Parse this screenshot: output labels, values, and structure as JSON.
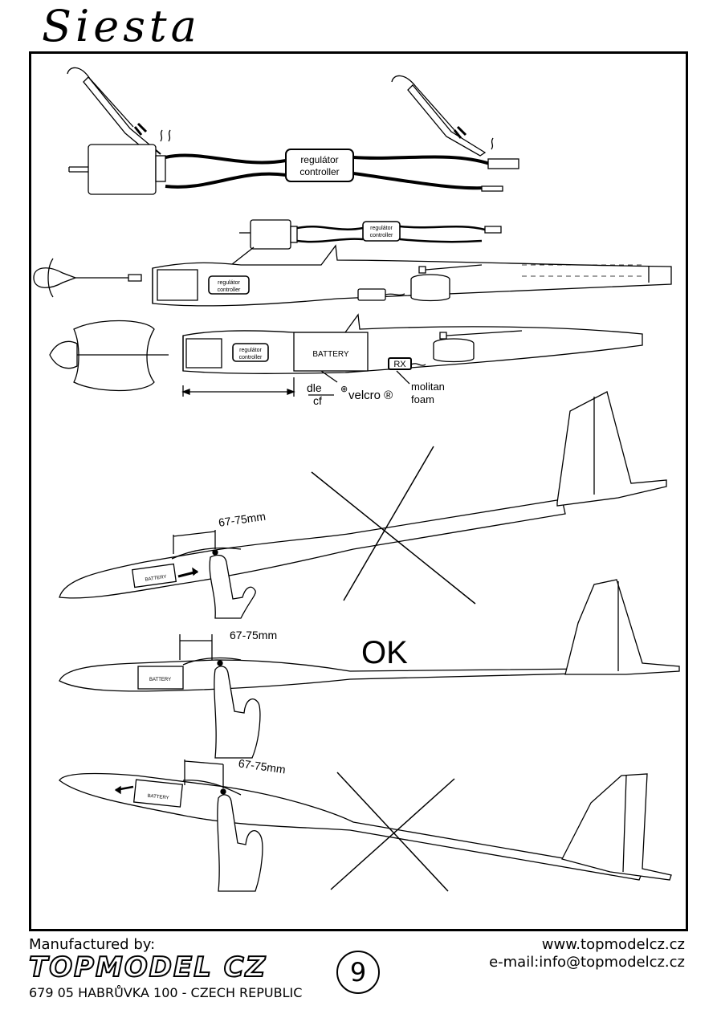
{
  "title": "Siesta",
  "wiring": {
    "controller_top": [
      "regulátor",
      "controller"
    ],
    "controller_mid": [
      "regulátor",
      "controller"
    ],
    "controller_fuse": [
      "regulátor",
      "controller"
    ]
  },
  "fuselage": {
    "battery": "BATTERY",
    "rx": "RX",
    "dle": "dle",
    "cf": "cf",
    "velcro": "velcro ®",
    "molitan": "molitan",
    "foam": "foam"
  },
  "balance": {
    "measure_1": "67-75mm",
    "measure_2": "67-75mm",
    "measure_3": "67-75mm",
    "battery_1": "BATTERY",
    "battery_2": "BATTERY",
    "battery_3": "BATTERY",
    "ok": "OK"
  },
  "footer": {
    "manufactured_by": "Manufactured by:",
    "logo": "TOPMODEL CZ",
    "address": "679 05 HABRŮVKA 100 - CZECH REPUBLIC",
    "page_number": "9",
    "website": "www.topmodelcz.cz",
    "email": "e-mail:info@topmodelcz.cz"
  }
}
